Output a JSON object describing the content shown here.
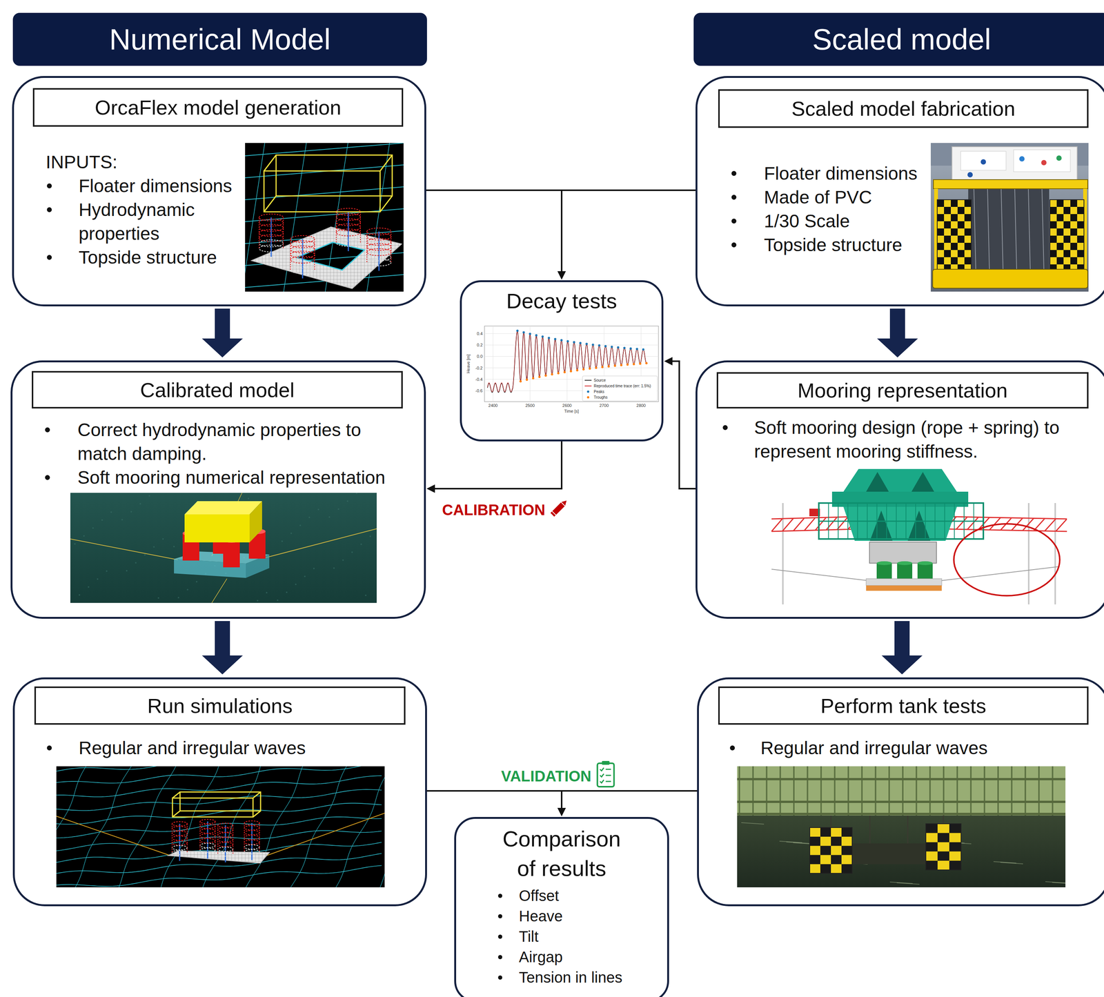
{
  "diagram": {
    "nodes": [
      {
        "text": [
          "Numerical Model"
        ]
      },
      {
        "text": [
          "Scaled model"
        ]
      },
      {
        "text": [
          "INPUTS:",
          "Floater dimensions",
          "Hydrodynamic properties",
          "Topside structure"
        ]
      },
      {
        "text": [
          "OrcaFlex model generation"
        ],
        "in": 2
      },
      {
        "text": [
          "Floater dimensions",
          "Made of PVC",
          "1/30 Scale",
          "Topside structure"
        ]
      },
      {
        "text": [
          "Scaled model fabrication"
        ],
        "in": 4
      },
      {
        "text": [
          "Decay tests"
        ]
      },
      {
        "text": [
          "Correct hydrodynamic properties to match damping.",
          "Soft mooring numerical representation"
        ]
      },
      {
        "text": [
          "Calibrated model"
        ],
        "in": 7
      },
      {
        "text": [
          "Soft mooring design (rope + spring) to represent mooring stiffness."
        ]
      },
      {
        "text": [
          "Mooring representation"
        ],
        "in": 9
      },
      {
        "text": [
          "Regular and irregular waves"
        ]
      },
      {
        "text": [
          "Run simulations"
        ],
        "in": 11
      },
      {
        "text": [
          "Regular and irregular waves"
        ]
      },
      {
        "text": [
          "Perform tank tests"
        ],
        "in": 13
      },
      {
        "text": [
          "Comparison of results",
          "Offset",
          "Heave",
          "Tilt",
          "Airgap",
          "Tension in lines"
        ]
      }
    ],
    "edges": [
      {
        "from": 2,
        "to": 6,
        "arrow": "to"
      },
      {
        "from": 4,
        "to": 6,
        "arrow": "to"
      },
      {
        "from": 6,
        "to": 7,
        "label": "CALIBRATION",
        "arrow": "to"
      },
      {
        "from": 9,
        "to": 6,
        "arrow": "to"
      },
      {
        "from": 2,
        "to": 7,
        "arrow": "to"
      },
      {
        "from": 7,
        "to": 11,
        "arrow": "to"
      },
      {
        "from": 4,
        "to": 9,
        "arrow": "to"
      },
      {
        "from": 9,
        "to": 13,
        "arrow": "to"
      },
      {
        "from": 11,
        "to": 15,
        "label": "VALIDATION",
        "arrow": "to"
      },
      {
        "from": 13,
        "to": 15,
        "arrow": "to"
      }
    ],
    "labels": [
      "Heave [m]",
      "0.4",
      "0.2",
      "0.0",
      "-0.2",
      "-0.4",
      "-0.6",
      "2400",
      "2500",
      "2600",
      "2700",
      "2800",
      "Time [s]"
    ],
    "legend": [
      {
        "text": "Source"
      },
      {
        "text": "Reproduced time trace (err: 1.5%)"
      },
      {
        "text": "Peaks"
      },
      {
        "text": "Troughs"
      }
    ]
  }
}
